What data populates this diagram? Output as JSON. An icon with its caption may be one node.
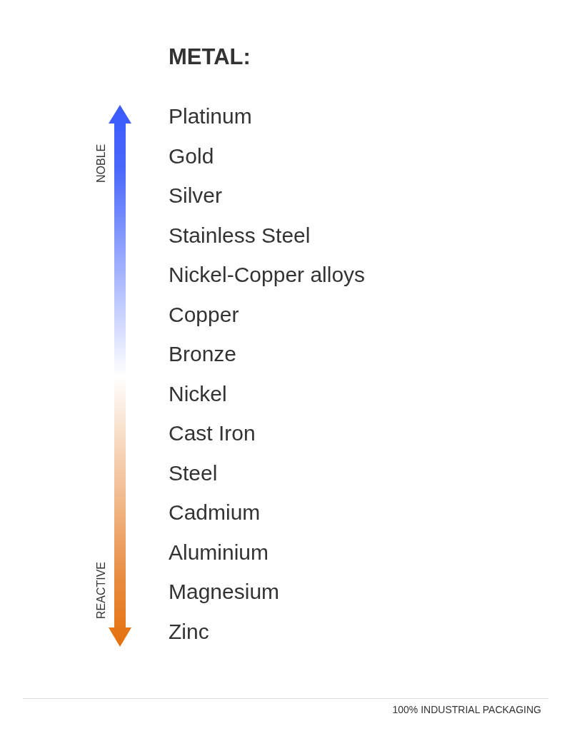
{
  "diagram": {
    "title": "METAL:",
    "labels": [
      "NOBLE",
      "Platinum",
      "Gold",
      "Silver",
      "Stainless Steel",
      "Nickel-Copper alloys",
      "Copper",
      "Bronze",
      "Nickel",
      "Cast Iron",
      "Steel",
      "Cadmium",
      "Aluminium",
      "Magnesium",
      "Zinc",
      "REACTIVE",
      "100% INDUSTRIAL PACKAGING"
    ]
  }
}
